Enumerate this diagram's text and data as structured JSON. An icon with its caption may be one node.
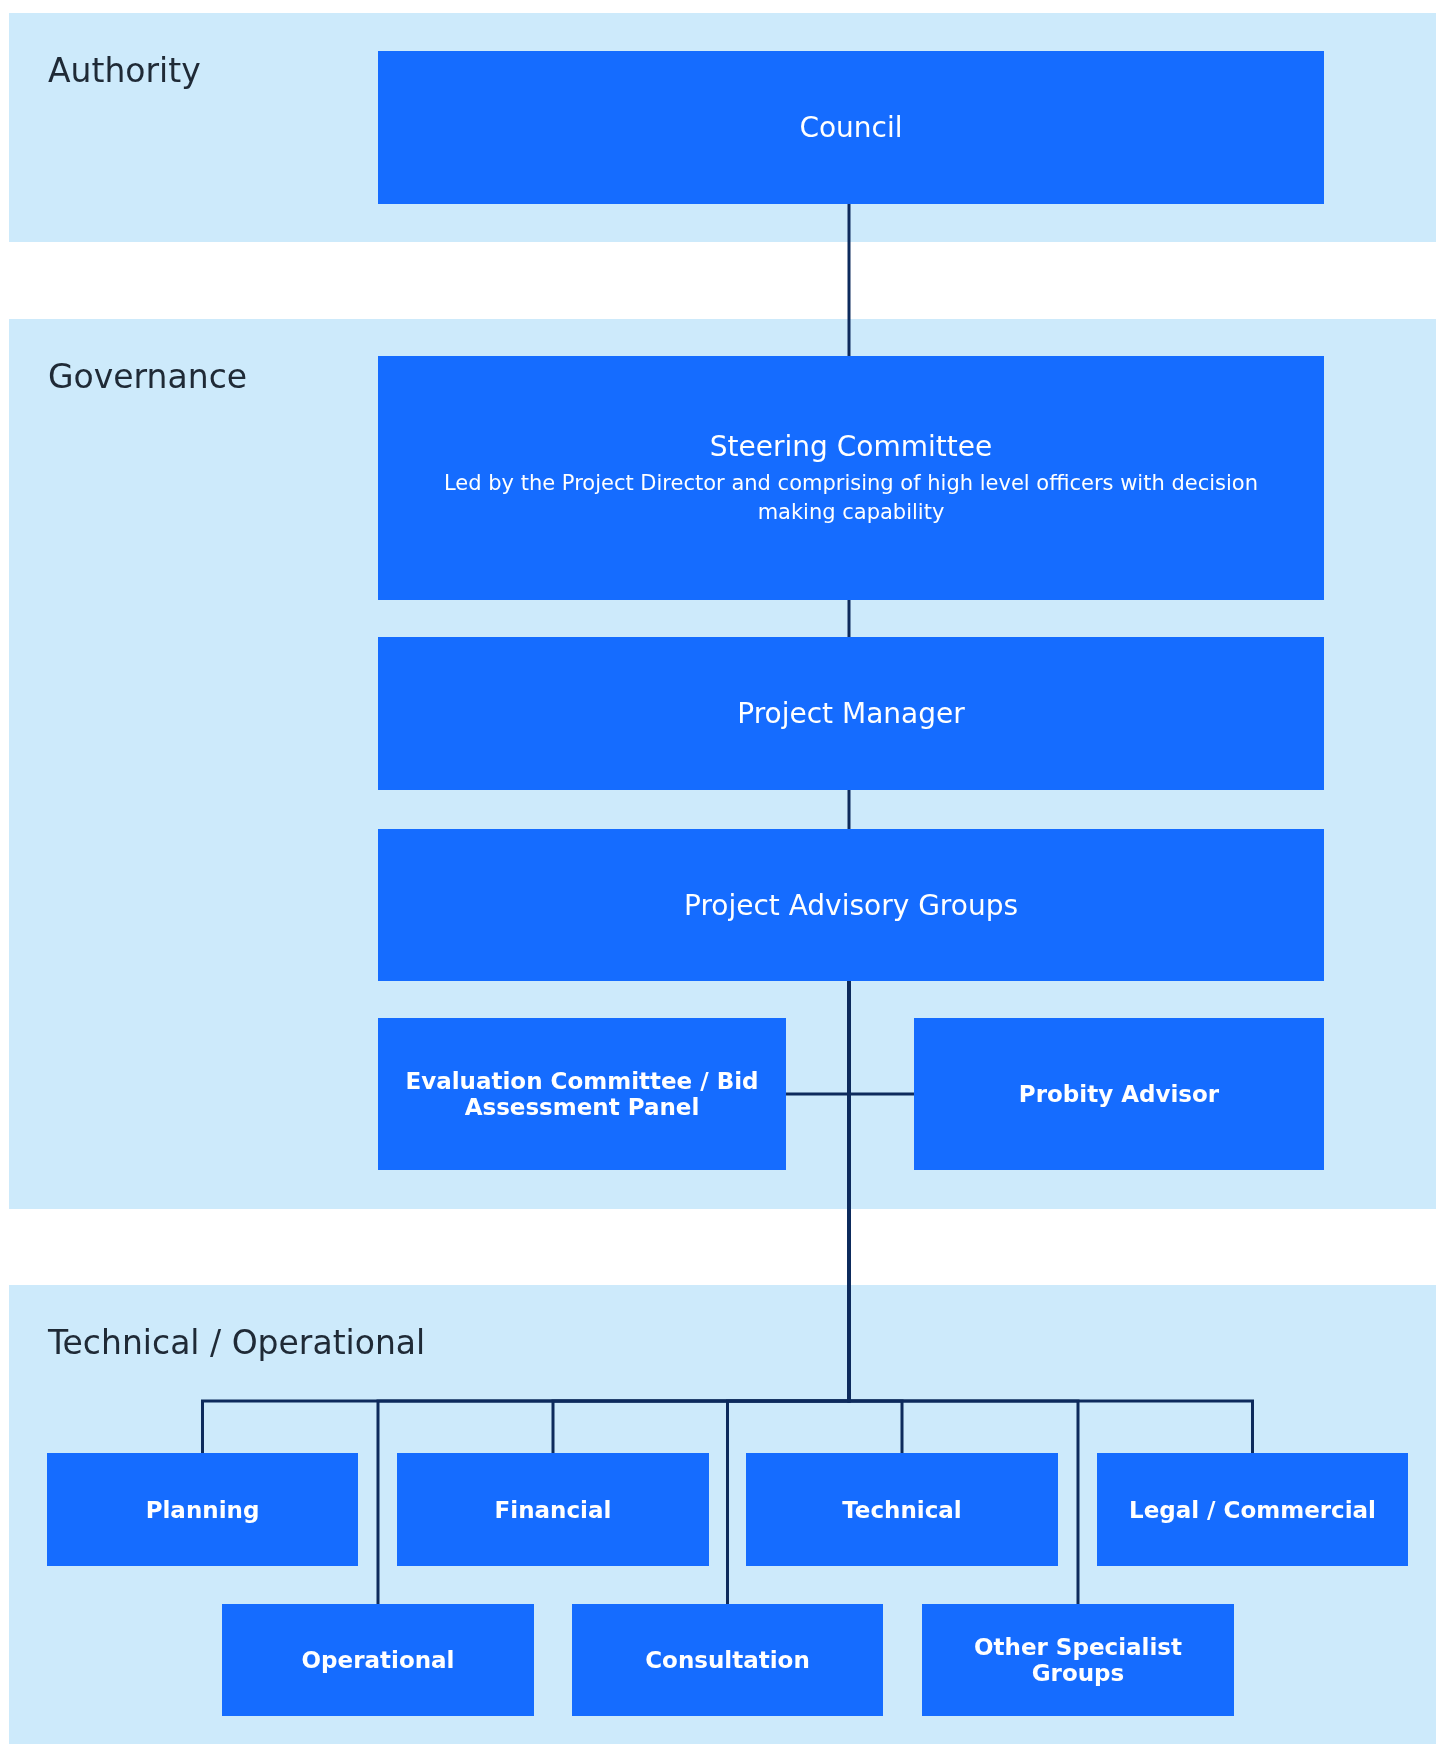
{
  "diagram": {
    "nodes": [
      {
        "text": [
          "Authority"
        ]
      },
      {
        "text": [
          "Council"
        ],
        "in": 0
      },
      {
        "text": [
          "Governance"
        ]
      },
      {
        "text": [
          "Steering Committee",
          "Led by the Project Director and comprising of high level officers with decision making capability"
        ],
        "in": 2
      },
      {
        "text": [
          "Project Manager"
        ],
        "in": 2
      },
      {
        "text": [
          "Project Advisory Groups"
        ],
        "in": 2
      },
      {
        "text": [
          "Evaluation Committee / Bid Assessment Panel"
        ],
        "in": 2
      },
      {
        "text": [
          "Probity Advisor"
        ],
        "in": 2
      },
      {
        "text": [
          "Technical / Operational"
        ]
      },
      {
        "text": [
          "Planning"
        ],
        "in": 8
      },
      {
        "text": [
          "Financial"
        ],
        "in": 8
      },
      {
        "text": [
          "Technical"
        ],
        "in": 8
      },
      {
        "text": [
          "Legal / Commercial"
        ],
        "in": 8
      },
      {
        "text": [
          "Operational"
        ],
        "in": 8
      },
      {
        "text": [
          "Consultation"
        ],
        "in": 8
      },
      {
        "text": [
          "Other Specialist Groups"
        ],
        "in": 8
      }
    ],
    "edges": [
      {
        "from": 1,
        "to": 3,
        "arrow": "none"
      },
      {
        "from": 3,
        "to": 4,
        "arrow": "none"
      },
      {
        "from": 4,
        "to": 5,
        "arrow": "none"
      },
      {
        "from": 5,
        "to": 6,
        "arrow": "none"
      },
      {
        "from": 5,
        "to": 7,
        "arrow": "none"
      },
      {
        "from": 5,
        "to": 9,
        "arrow": "none"
      },
      {
        "from": 5,
        "to": 10,
        "arrow": "none"
      },
      {
        "from": 5,
        "to": 11,
        "arrow": "none"
      },
      {
        "from": 5,
        "to": 12,
        "arrow": "none"
      },
      {
        "from": 5,
        "to": 13,
        "arrow": "none"
      },
      {
        "from": 5,
        "to": 14,
        "arrow": "none"
      },
      {
        "from": 5,
        "to": 15,
        "arrow": "none"
      }
    ]
  }
}
